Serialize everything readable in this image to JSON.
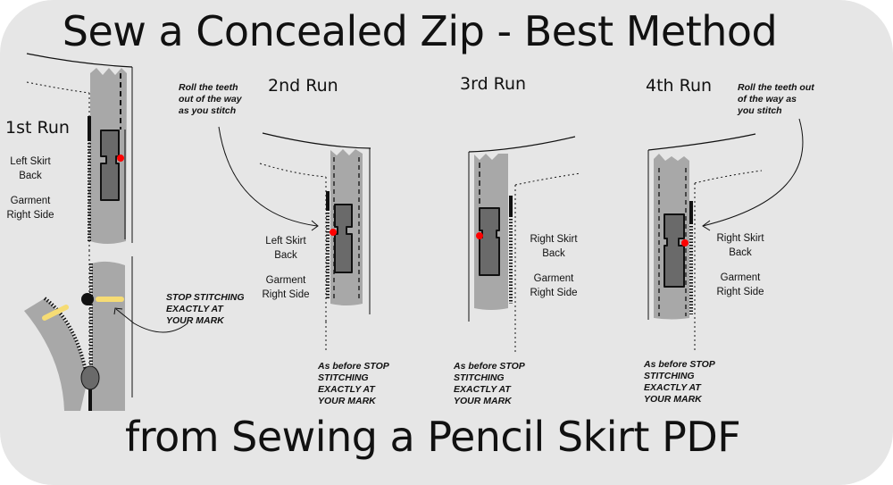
{
  "title": "Sew a Concealed Zip - Best Method",
  "footer": "from Sewing a Pencil Skirt PDF",
  "runs": [
    {
      "heading": "1st Run",
      "label_line1": "Left Skirt",
      "label_line2": "Back",
      "label_line3": "Garment",
      "label_line4": "Right Side"
    },
    {
      "heading": "2nd Run",
      "label_line1": "Left Skirt",
      "label_line2": "Back",
      "label_line3": "Garment",
      "label_line4": "Right Side"
    },
    {
      "heading": "3rd Run",
      "label_line1": "Right Skirt",
      "label_line2": "Back",
      "label_line3": "Garment",
      "label_line4": "Right Side"
    },
    {
      "heading": "4th Run",
      "label_line1": "Right Skirt",
      "label_line2": "Back",
      "label_line3": "Garment",
      "label_line4": "Right Side"
    }
  ],
  "notes": {
    "roll_left": [
      "Roll the teeth",
      "out of the way",
      "as you stitch"
    ],
    "roll_right": [
      "Roll the teeth out",
      "of the way as",
      "you stitch"
    ],
    "stop_first": [
      "STOP STITCHING",
      "EXACTLY AT",
      "YOUR MARK"
    ],
    "as_before": [
      "As before STOP",
      "STITCHING",
      "EXACTLY AT",
      "YOUR MARK"
    ]
  },
  "colors": {
    "background": "#e6e6e6",
    "tape": "#a8a8a8",
    "foot": "#6a6a6a",
    "mark": "#ff0000",
    "highlight": "#f6dc74"
  }
}
